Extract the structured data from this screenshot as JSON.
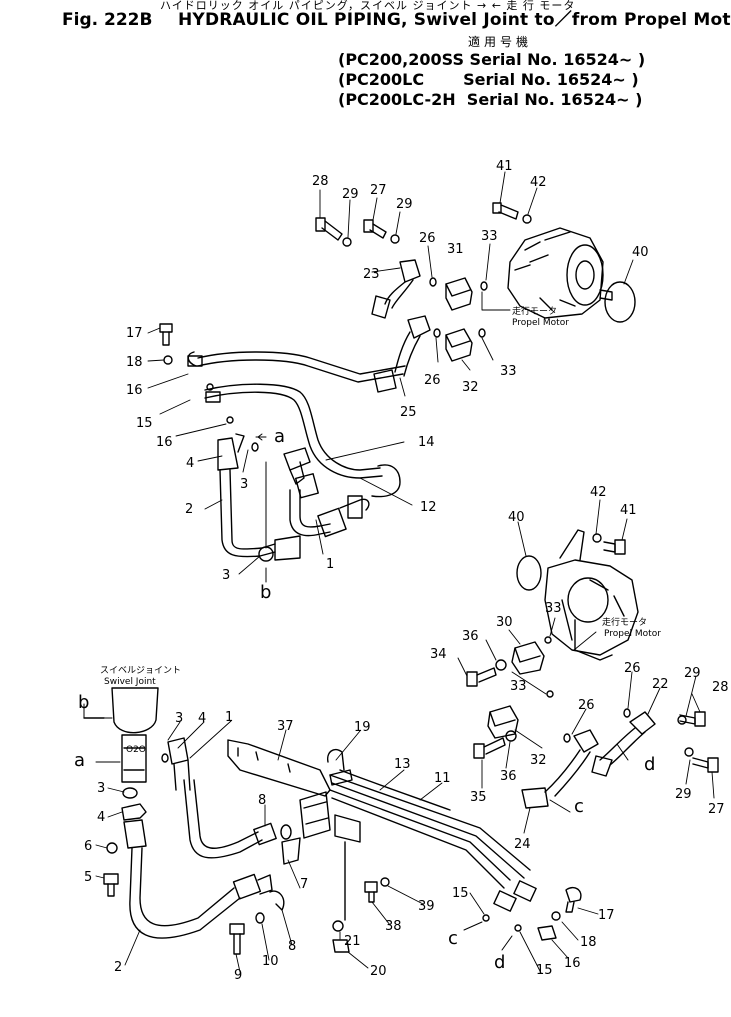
{
  "header": {
    "japanese_title": "ハイドロリック オイル パイピング，スイベル ジョイント → ← 走 行 モータ",
    "fig_no": "Fig. 222B",
    "title": "HYDRAULIC OIL PIPING, Swivel Joint to／from Propel Motor",
    "applicability_jp": "適用号機",
    "serials": [
      "(PC200,200SS Serial No. 16524~ )",
      "(PC200LC       Serial No. 16524~ )",
      "(PC200LC-2H  Serial No. 16524~ )"
    ]
  },
  "annotations": {
    "propel_motor_jp": "走行モータ",
    "propel_motor_en": "Propel Motor",
    "swivel_joint_jp": "スイベルジョイント",
    "swivel_joint_en": "Swivel Joint",
    "center_mark": "O2O"
  },
  "callouts": {
    "c28": "28",
    "c29a": "29",
    "c27a": "27",
    "c29b": "29",
    "c41a": "41",
    "c42a": "42",
    "c26a": "26",
    "c31": "31",
    "c33a": "33",
    "c40a": "40",
    "c23": "23",
    "c17a": "17",
    "c18a": "18",
    "c16a": "16",
    "c15a": "15",
    "c16b": "16",
    "c26b": "26",
    "c32a": "32",
    "c33b": "33",
    "c25": "25",
    "c14": "14",
    "c4a": "4",
    "c3a": "3",
    "c2a": "2",
    "c12": "12",
    "c1a": "1",
    "c3b": "3",
    "c42b": "42",
    "c41b": "41",
    "c40b": "40",
    "c33c": "33",
    "c30": "30",
    "c36a": "36",
    "c34": "34",
    "c33d": "33",
    "c26c": "26",
    "c26d": "26",
    "c22": "22",
    "c29c": "29",
    "c28b": "28",
    "c36b": "36",
    "c32b": "32",
    "c35": "35",
    "c29d": "29",
    "c27b": "27",
    "c24": "24",
    "c3c": "3",
    "c4b": "4",
    "c1b": "1",
    "c37": "37",
    "c19": "19",
    "c13": "13",
    "c11": "11",
    "c3d": "3",
    "c4c": "4",
    "c6": "6",
    "c5": "5",
    "c8a": "8",
    "c7": "7",
    "c39": "39",
    "c38": "38",
    "c15b": "15",
    "c17b": "17",
    "c18b": "18",
    "c16c": "16",
    "c15c": "15",
    "c21": "21",
    "c20": "20",
    "c2b": "2",
    "c9": "9",
    "c10": "10",
    "c8b": "8"
  },
  "letters": {
    "a1": "a",
    "b1": "b",
    "b2": "b",
    "a2": "a",
    "c1": "c",
    "d1": "d",
    "c2": "c",
    "d2": "d"
  }
}
